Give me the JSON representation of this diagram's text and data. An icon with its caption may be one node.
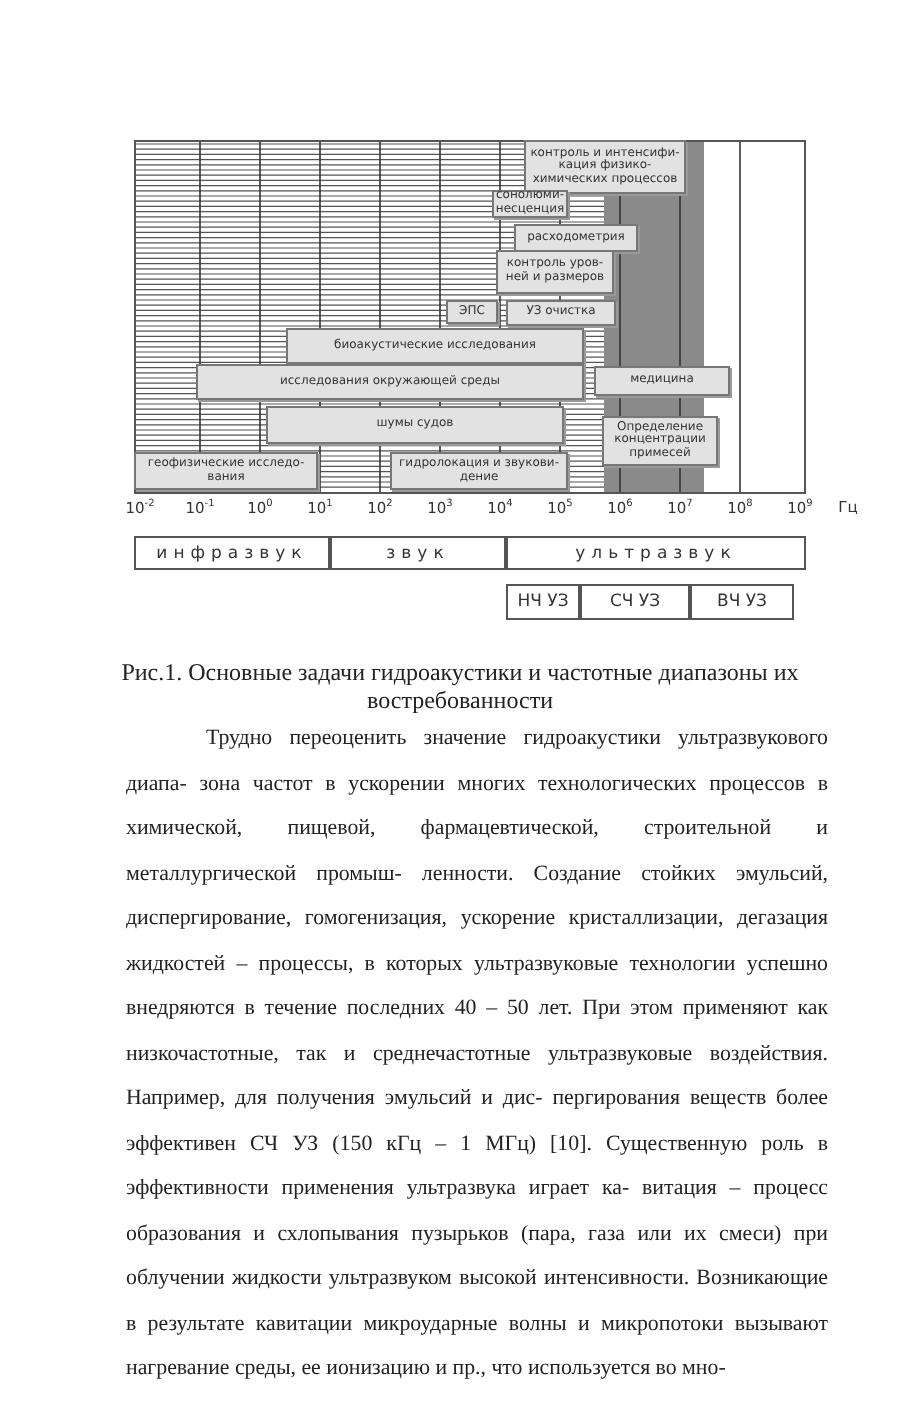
{
  "diagram": {
    "caption": "Рис.1. Основные задачи гидроакустики и частотные диапазоны их востребованности",
    "nodes": [
      {
        "text": [
          "контроль и интенсифи- кация физико- химических процессов"
        ]
      },
      {
        "text": [
          "сонолюми- несценция"
        ]
      },
      {
        "text": [
          "расходометрия"
        ]
      },
      {
        "text": [
          "контроль уров- ней и размеров"
        ]
      },
      {
        "text": [
          "ЭПС"
        ]
      },
      {
        "text": [
          "УЗ очистка"
        ]
      },
      {
        "text": [
          "биоакустические исследования"
        ]
      },
      {
        "text": [
          "исследования окружающей среды"
        ]
      },
      {
        "text": [
          "медицина"
        ]
      },
      {
        "text": [
          "шумы судов"
        ]
      },
      {
        "text": [
          "Определение концентрации примесей"
        ]
      },
      {
        "text": [
          "геофизические исследо- вания"
        ]
      },
      {
        "text": [
          "гидролокация и звукови- дение"
        ]
      },
      {
        "text": [
          "инфразвук"
        ]
      },
      {
        "text": [
          "звук"
        ]
      },
      {
        "text": [
          "ультразвук"
        ]
      },
      {
        "text": [
          "НЧ УЗ"
        ]
      },
      {
        "text": [
          "СЧ УЗ"
        ]
      },
      {
        "text": [
          "ВЧ УЗ"
        ]
      }
    ],
    "labels": [
      "10$^{-2}$",
      "10$^{-1}$",
      "10$^{0}$",
      "10$^{1}$",
      "10$^{2}$",
      "10$^{3}$",
      "10$^{4}$",
      "10$^{5}$",
      "10$^{6}$",
      "10$^{7}$",
      "10$^{8}$",
      "10$^{9}$",
      "Гц",
      "Трудно переоценить значение гидроакустики ультразвукового диапа- зона частот в ускорении многих технологических процессов в химической, пищевой, фармацевтической, строительной и металлургической промыш- ленности. Создание стойких эмульсий, диспергирование, гомогенизация, ускорение кристаллизации, дегазация жидкостей – процессы, в которых ультразвуковые технологии успешно внедряются в течение последних 40 – 50 лет. При этом применяют как низкочастотные, так и среднечастотные ультразвуковые воздействия. Например, для получения эмульсий и дис- пергирования веществ более эффективен СЧ УЗ (150 кГц – 1 МГц) [10]. Существенную роль в эффективности применения ультразвука играет ка- витация – процесс образования и схлопывания пузырьков (пара, газа или их смеси) при облучении жидкости ультразвуком высокой интенсивности. Возникающие в результате кавитации микроударные волны и микропотоки вызывают нагревание среды, ее ионизацию и пр., что используется во мно-"
    ]
  }
}
